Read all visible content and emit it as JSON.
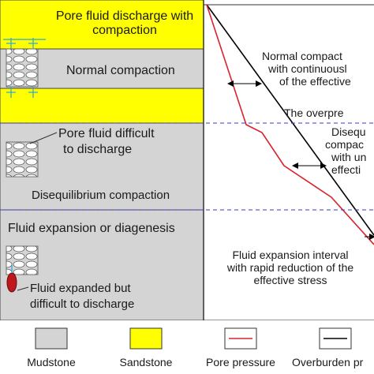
{
  "colors": {
    "mudstone": "#d4d4d4",
    "sandstone": "#ffff00",
    "pore_pressure": "#d9232e",
    "overburden": "#000000",
    "divider": "#3a3acd",
    "arrow_blue": "#2aa6d6",
    "fluid_red": "#c0171f"
  },
  "column": {
    "zone1": "Pore fluid discharge with compaction",
    "zone1_normal": "Normal compaction",
    "zone2_line1": "Pore fluid difficult",
    "zone2_line2": "to discharge",
    "zone2_label": "Disequilibrium compaction",
    "zone3_title": "Fluid expansion or diagenesis",
    "zone3_line1": "Fluid expanded but",
    "zone3_line2": "difficult to discharge"
  },
  "chart": {
    "normal_line1": "Normal compact",
    "normal_line2": "with continuousl",
    "normal_line3": "of the effective",
    "overpressure": "The overpre",
    "diseq_line1": "Disequ",
    "diseq_line2": "compac",
    "diseq_line3": "with un",
    "diseq_line4": "effecti",
    "expansion_line1": "Fluid expansion interval",
    "expansion_line2": "with rapid reduction of the",
    "expansion_line3": "effective stress"
  },
  "legend": {
    "mudstone": "Mudstone",
    "sandstone": "Sandstone",
    "pore_pressure": "Pore pressure",
    "overburden": "Overburden pr"
  }
}
